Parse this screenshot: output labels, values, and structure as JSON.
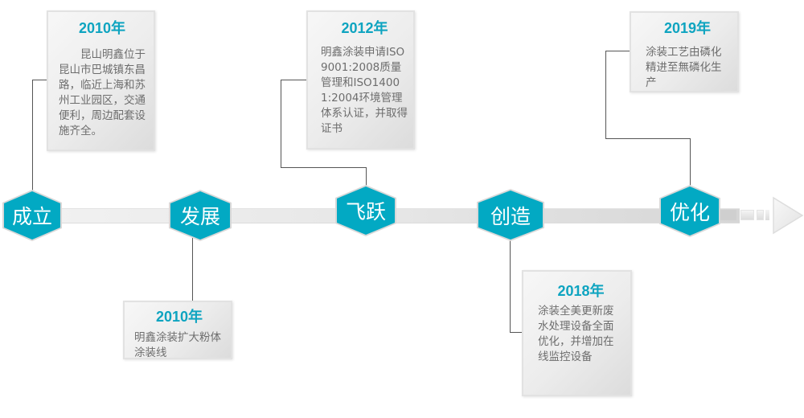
{
  "colors": {
    "accent": "#02a9c3",
    "year_text": "#0ea4c0",
    "body_text": "#6d6d6d",
    "connector": "#555555",
    "bar": "#e0e0e0"
  },
  "milestones": [
    {
      "label": "成立"
    },
    {
      "label": "发展"
    },
    {
      "label": "飞跃"
    },
    {
      "label": "创造"
    },
    {
      "label": "优化"
    }
  ],
  "cards": [
    {
      "year": "2010年",
      "text": "　　昆山明鑫位于昆山市巴城镇东昌路，临近上海和苏州工业园区，交通便利，周边配套设施齐全。",
      "milestone": "成立"
    },
    {
      "year": "2010年",
      "text": "明鑫涂装扩大粉体涂装线",
      "milestone": "发展"
    },
    {
      "year": "2012年",
      "text": "明鑫涂装申请ISO9001:2008质量管理和ISO14001:2004环境管理体系认证，并取得证书",
      "milestone": "飞跃"
    },
    {
      "year": "2018年",
      "text": "涂装全美更新废水处理设备全面优化，并增加在线监控设备",
      "milestone": "创造"
    },
    {
      "year": "2019年",
      "text": "涂装工艺由磷化精进至無磷化生产",
      "milestone": "优化"
    }
  ],
  "timeline": {
    "direction": "right",
    "icon": "arrow-right-icon"
  }
}
